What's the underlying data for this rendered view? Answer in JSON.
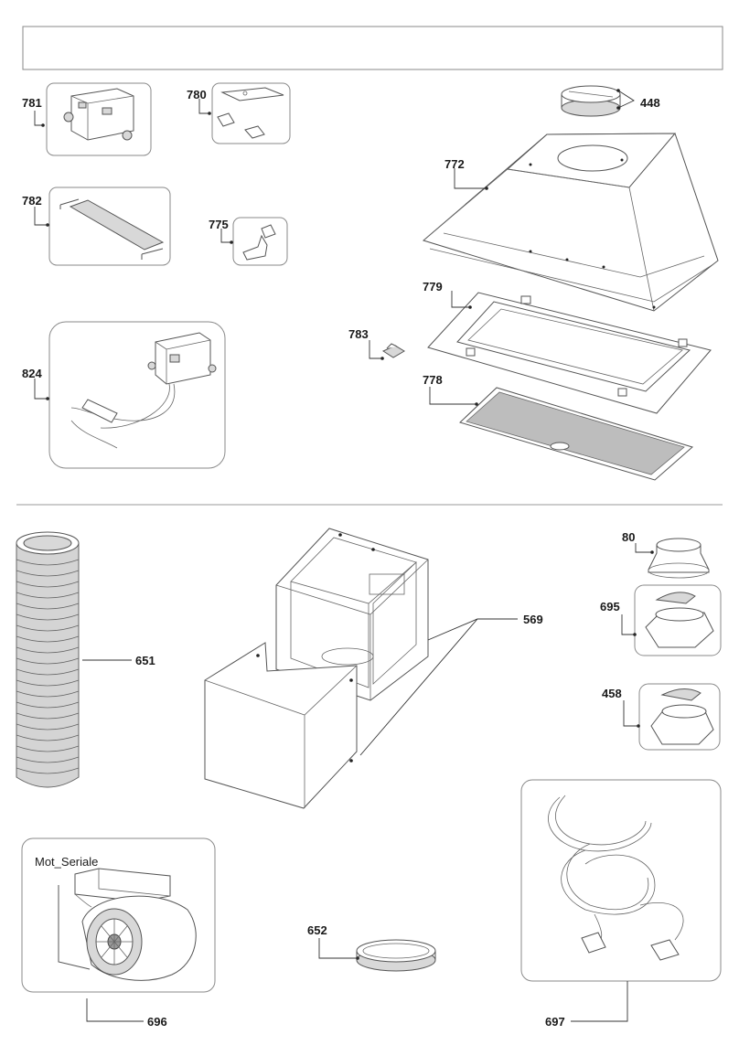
{
  "header_text": "",
  "labels": {
    "p781": "781",
    "p780": "780",
    "p448": "448",
    "p772": "772",
    "p782": "782",
    "p775": "775",
    "p779": "779",
    "p783": "783",
    "p824": "824",
    "p778": "778",
    "p80": "80",
    "p695": "695",
    "p569": "569",
    "p651": "651",
    "p458": "458",
    "motor_name": "Mot_Seriale",
    "p652": "652",
    "p696": "696",
    "p697": "697"
  },
  "colors": {
    "line": "#8a8a8a",
    "ink": "#1a1a1a",
    "filter_mesh": "#bdbdbd"
  }
}
